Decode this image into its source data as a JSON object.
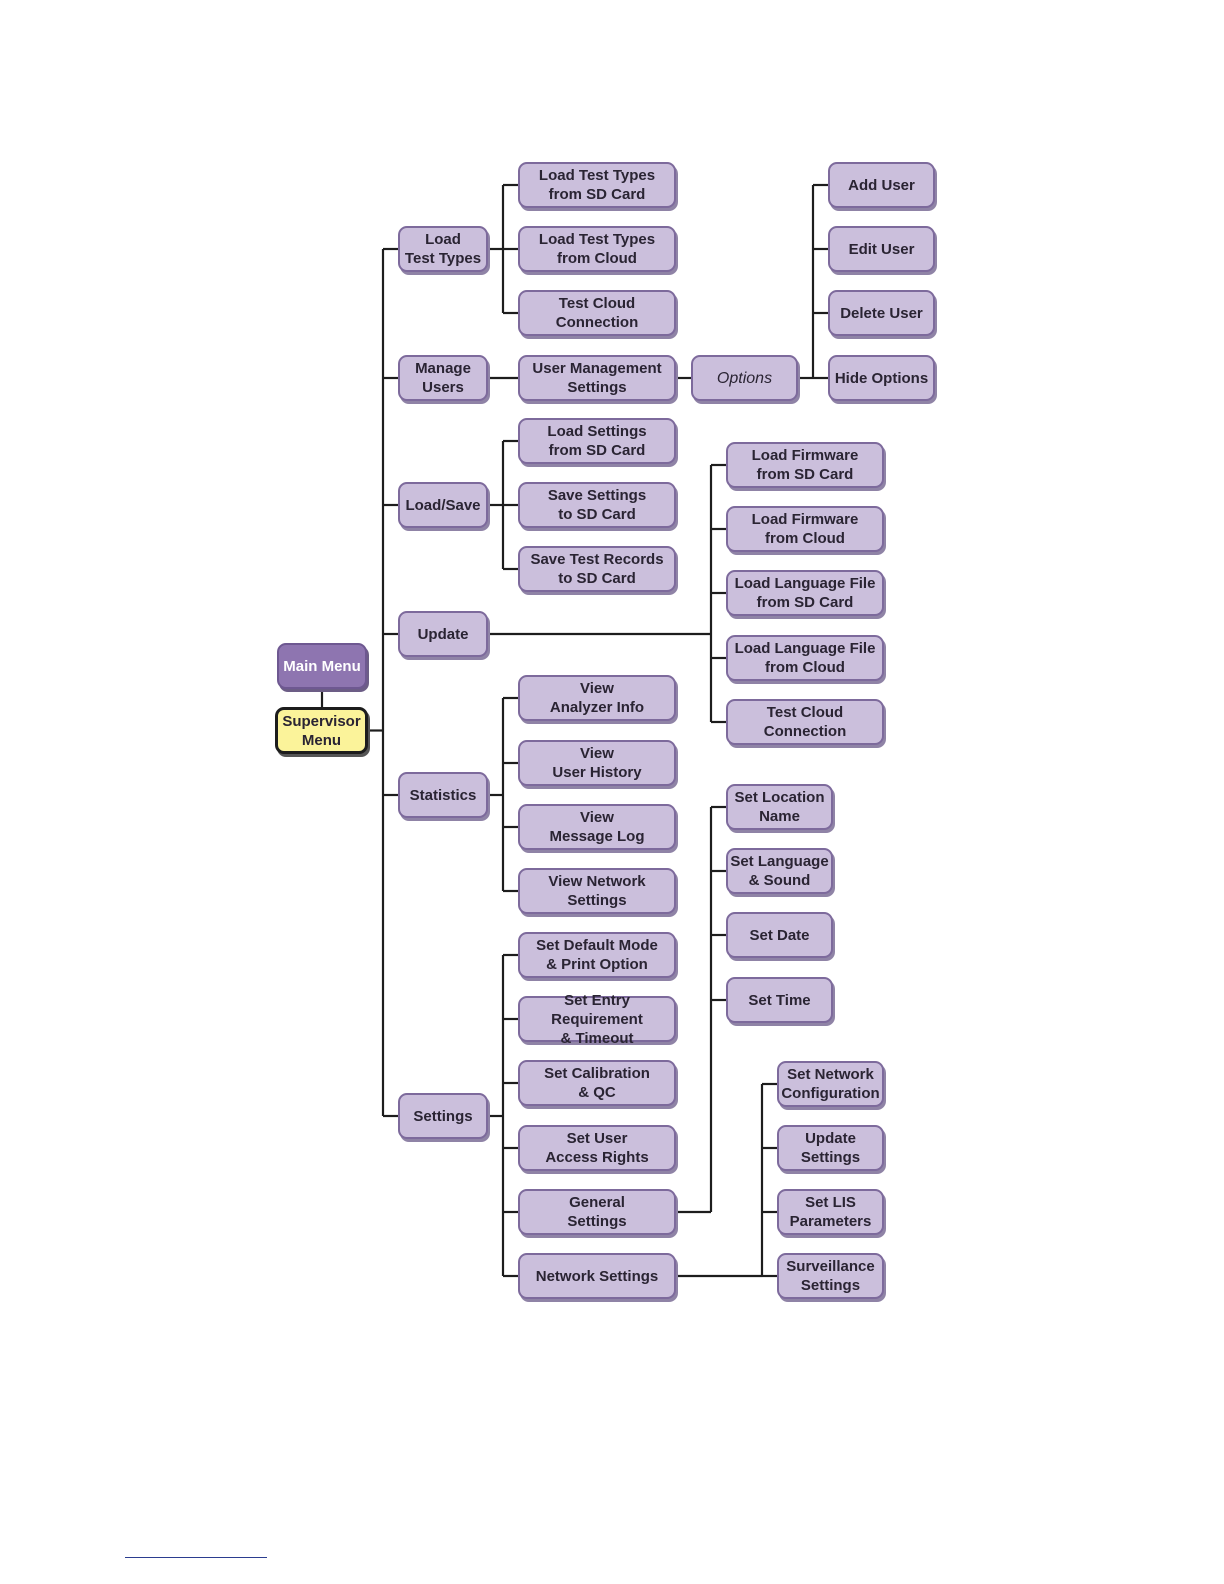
{
  "diagram": {
    "title": "",
    "colors": {
      "box_fill": "#cbbfdc",
      "box_border": "#7d6a9c",
      "main_menu_fill": "#8e75b0",
      "supervisor_fill": "#fbf39a",
      "connector": "#1d1d1d",
      "footnote_rule": "#2b3d8f"
    },
    "nodes": [
      {
        "id": "main-menu",
        "label": "Main Menu",
        "style": "main"
      },
      {
        "id": "supervisor-menu",
        "label": "Supervisor\nMenu",
        "style": "sup"
      },
      {
        "id": "load-test-types",
        "label": "Load\nTest Types"
      },
      {
        "id": "manage-users",
        "label": "Manage\nUsers"
      },
      {
        "id": "load-save",
        "label": "Load/Save"
      },
      {
        "id": "update",
        "label": "Update"
      },
      {
        "id": "statistics",
        "label": "Statistics"
      },
      {
        "id": "settings",
        "label": "Settings"
      },
      {
        "id": "load-test-types-sd",
        "label": "Load Test Types\nfrom SD Card"
      },
      {
        "id": "load-test-types-cloud",
        "label": "Load Test Types\nfrom Cloud"
      },
      {
        "id": "test-cloud-connection-1",
        "label": "Test Cloud Connection"
      },
      {
        "id": "user-management-settings",
        "label": "User Management\nSettings"
      },
      {
        "id": "options",
        "label": "Options",
        "style": "opt"
      },
      {
        "id": "add-user",
        "label": "Add User"
      },
      {
        "id": "edit-user",
        "label": "Edit User"
      },
      {
        "id": "delete-user",
        "label": "Delete User"
      },
      {
        "id": "hide-options",
        "label": "Hide Options"
      },
      {
        "id": "load-settings-sd",
        "label": "Load Settings\nfrom SD Card"
      },
      {
        "id": "save-settings-sd",
        "label": "Save Settings\nto SD Card"
      },
      {
        "id": "save-test-records-sd",
        "label": "Save Test Records\nto SD Card"
      },
      {
        "id": "load-firmware-sd",
        "label": "Load Firmware\nfrom SD Card"
      },
      {
        "id": "load-firmware-cloud",
        "label": "Load Firmware\nfrom Cloud"
      },
      {
        "id": "load-language-sd",
        "label": "Load Language File\nfrom SD Card"
      },
      {
        "id": "load-language-cloud",
        "label": "Load Language File\nfrom Cloud"
      },
      {
        "id": "test-cloud-connection-2",
        "label": "Test Cloud Connection"
      },
      {
        "id": "view-analyzer-info",
        "label": "View\nAnalyzer Info"
      },
      {
        "id": "view-user-history",
        "label": "View\nUser History"
      },
      {
        "id": "view-message-log",
        "label": "View\nMessage Log"
      },
      {
        "id": "view-network-settings",
        "label": "View Network\nSettings"
      },
      {
        "id": "set-default-mode",
        "label": "Set Default Mode\n& Print Option"
      },
      {
        "id": "set-entry-requirement",
        "label": "Set Entry Requirement\n& Timeout"
      },
      {
        "id": "set-calibration",
        "label": "Set Calibration\n& QC"
      },
      {
        "id": "set-user-access",
        "label": "Set User\nAccess Rights"
      },
      {
        "id": "general-settings",
        "label": "General\nSettings"
      },
      {
        "id": "network-settings",
        "label": "Network Settings"
      },
      {
        "id": "set-location-name",
        "label": "Set Location\nName"
      },
      {
        "id": "set-language-sound",
        "label": "Set Language\n& Sound"
      },
      {
        "id": "set-date",
        "label": "Set Date"
      },
      {
        "id": "set-time",
        "label": "Set Time"
      },
      {
        "id": "set-network-configuration",
        "label": "Set Network\nConfiguration"
      },
      {
        "id": "update-settings",
        "label": "Update\nSettings"
      },
      {
        "id": "set-lis-parameters",
        "label": "Set LIS\nParameters"
      },
      {
        "id": "surveillance-settings",
        "label": "Surveillance\nSettings"
      }
    ]
  }
}
